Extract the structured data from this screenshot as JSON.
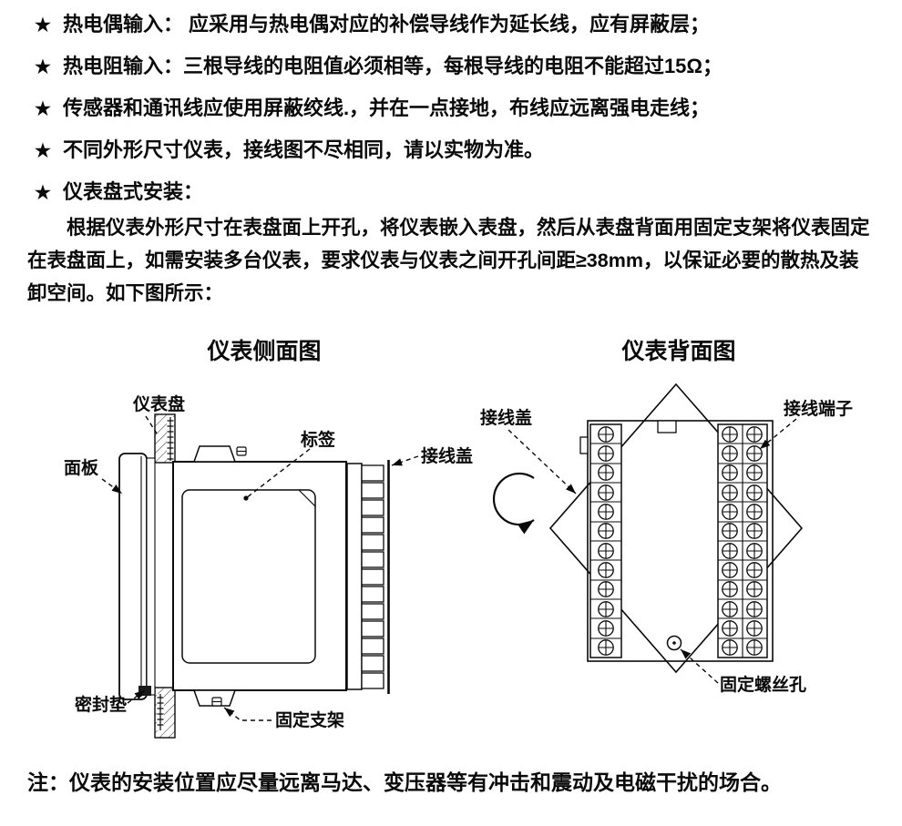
{
  "page": {
    "background": "#ffffff",
    "text_color": "#0a0a0a"
  },
  "bullets": [
    {
      "star": "★",
      "text": "热电偶输入： 应采用与热电偶对应的补偿导线作为延长线，应有屏蔽层；"
    },
    {
      "star": "★",
      "text": "热电阻输入：三根导线的电阻值必须相等，每根导线的电阻不能超过15Ω；"
    },
    {
      "star": "★",
      "text": "传感器和通讯线应使用屏蔽绞线.，并在一点接地，布线应远离强电走线；"
    },
    {
      "star": "★",
      "text": "不同外形尺寸仪表，接线图不尽相同，请以实物为准。"
    },
    {
      "star": "★",
      "text": "仪表盘式安装："
    }
  ],
  "paragraph": "根据仪表外形尺寸在表盘面上开孔，将仪表嵌入表盘，然后从表盘背面用固定支架将仪表固定在表盘面上，如需安装多台仪表，要求仪表与仪表之间开孔间距≥38mm，以保证必要的散热及装卸空间。如下图所示：",
  "figures": {
    "side": {
      "title": "仪表侧面图",
      "labels": {
        "panel_board": "仪表盘",
        "front_panel": "面板",
        "tag": "标签",
        "terminal_cover": "接线盖",
        "seal_gasket": "密封垫",
        "fixing_bracket": "固定支架"
      }
    },
    "back": {
      "title": "仪表背面图",
      "labels": {
        "terminal_cover": "接线盖",
        "terminal_block": "接线端子",
        "fixing_screw_hole": "固定螺丝孔"
      }
    }
  },
  "note": "注：仪表的安装位置应尽量远离马达、变压器等有冲击和震动及电磁干扰的场合。"
}
